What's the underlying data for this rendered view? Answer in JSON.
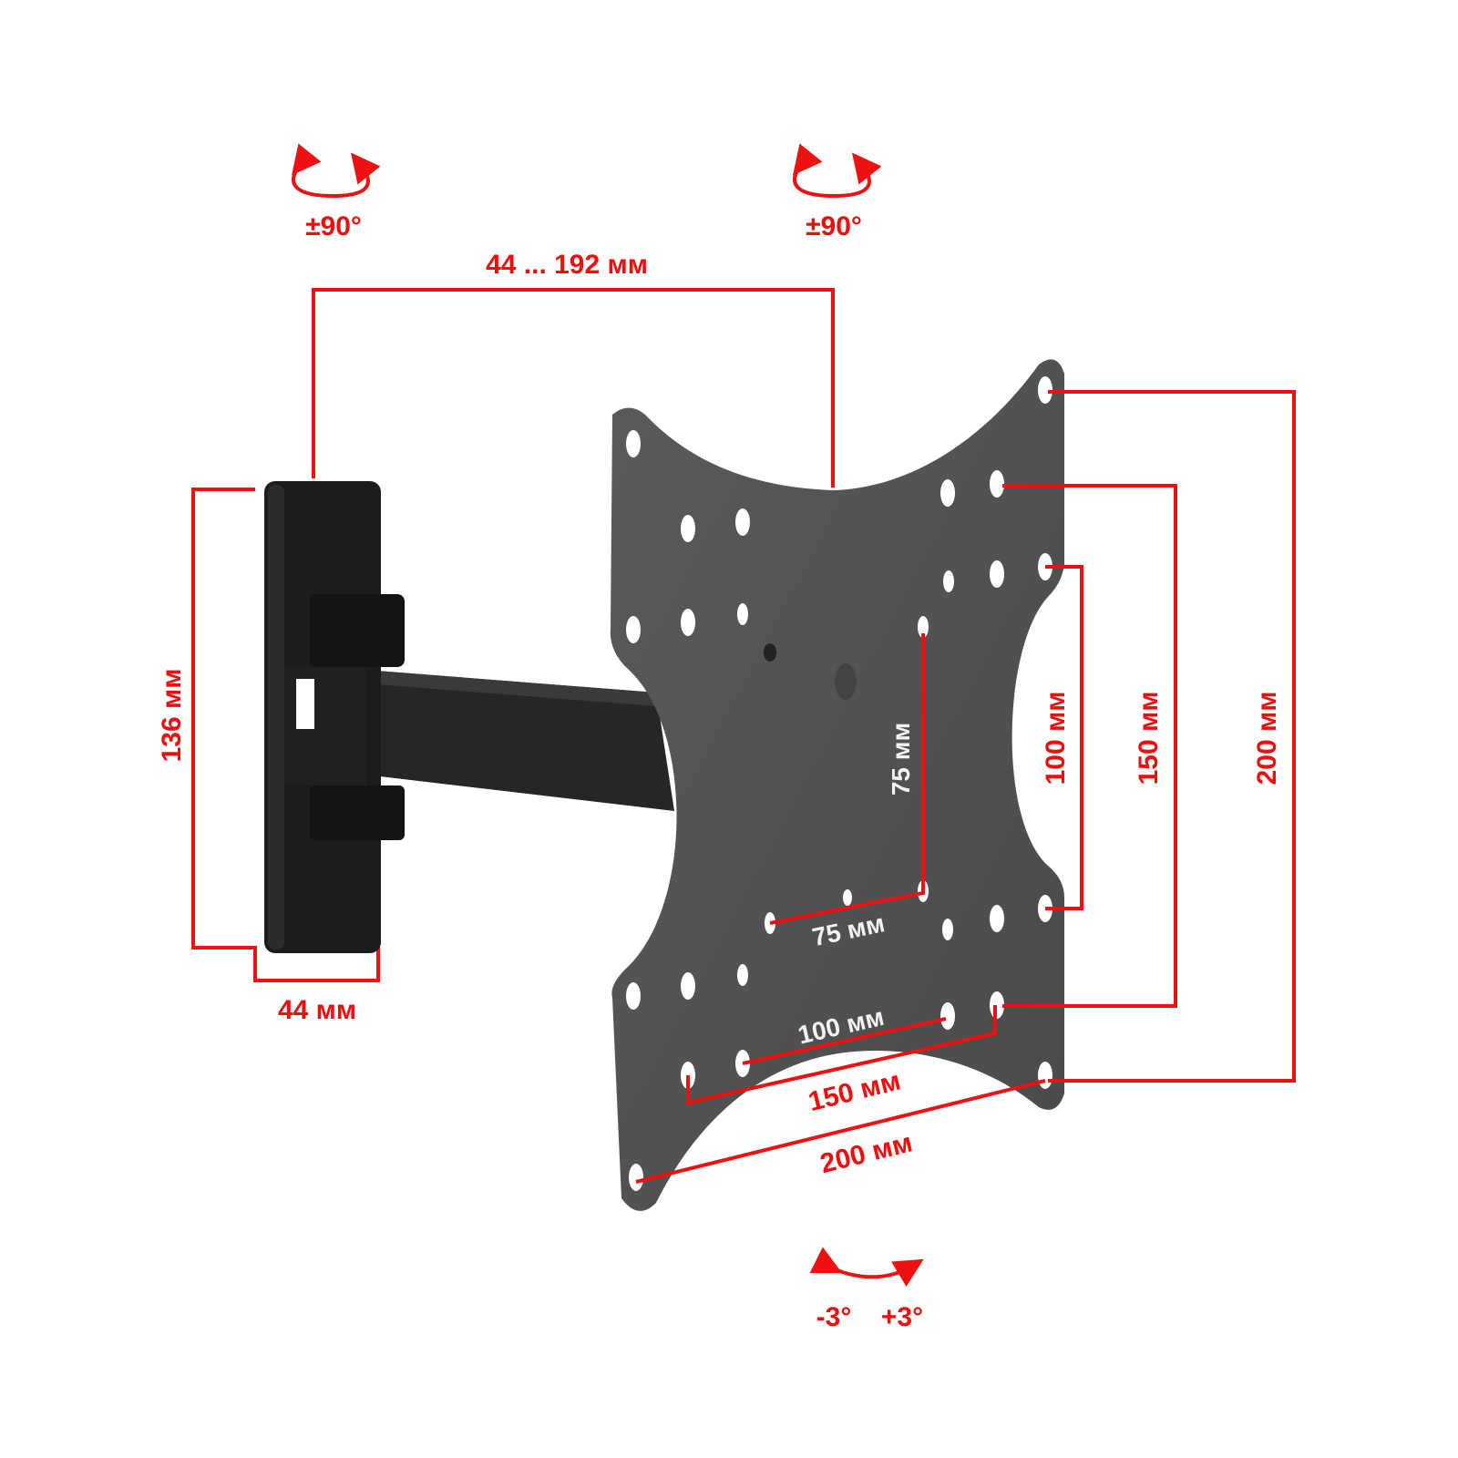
{
  "swivel": {
    "left_label": "±90°",
    "right_label": "±90°"
  },
  "dimensions": {
    "arm_extension": "44 ... 192 мм",
    "wall_plate_height": "136 мм",
    "wall_plate_width": "44 мм",
    "vesa_75_vertical": "75 мм",
    "vesa_75_horizontal": "75 мм",
    "vesa_100_horizontal": "100 мм",
    "vesa_150_horizontal": "150 мм",
    "vesa_200_horizontal": "200 мм",
    "vesa_100_vertical": "100 мм",
    "vesa_150_vertical": "150 мм",
    "vesa_200_vertical": "200 мм"
  },
  "tilt": {
    "minus_label": "-3°",
    "plus_label": "+3°"
  },
  "colors": {
    "accent": "#ee1111",
    "mount": "#1e1e1e",
    "plate": "#555555"
  }
}
